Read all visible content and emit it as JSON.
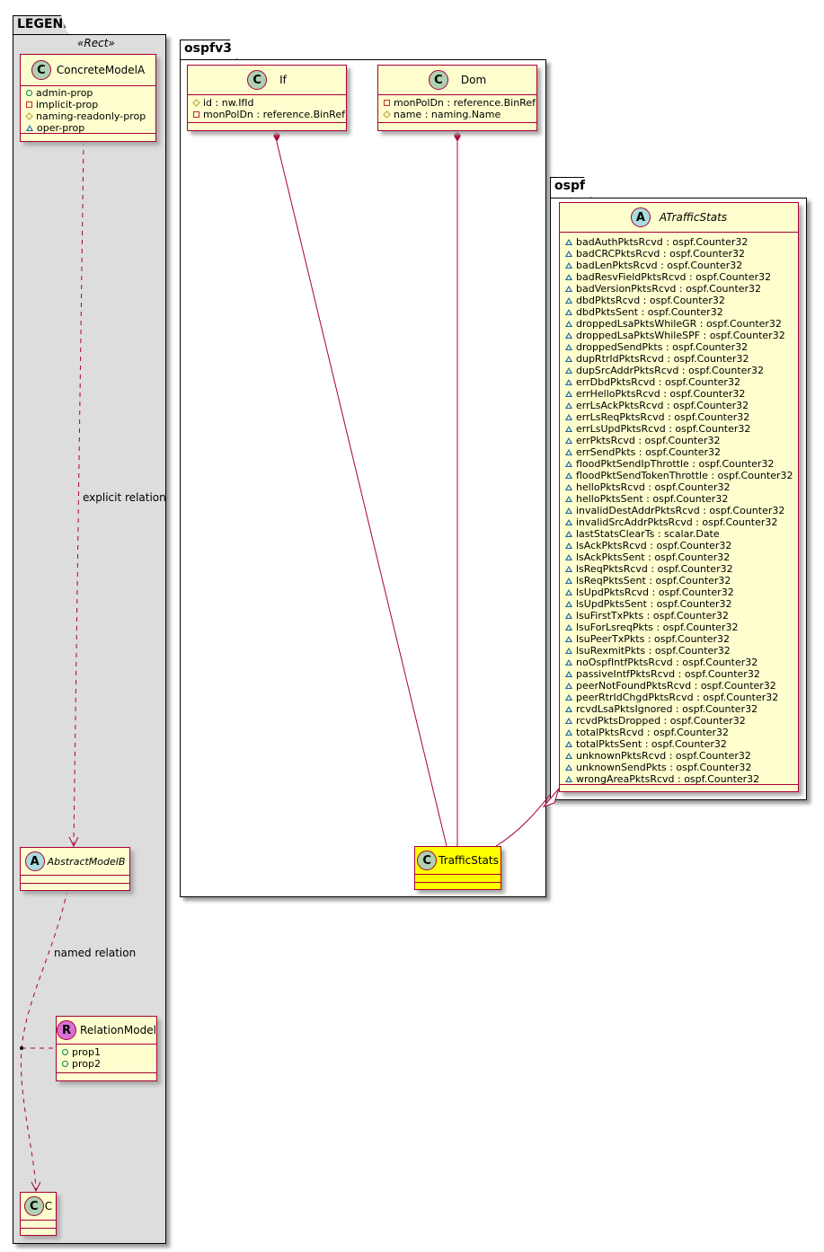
{
  "packages": {
    "legend": "LEGEND",
    "ospfv3": "ospfv3",
    "ospf": "ospf"
  },
  "legend": {
    "stereotype": "«Rect»",
    "concrete": {
      "spot": "C",
      "name": "ConcreteModelA",
      "attrs": [
        "admin-prop",
        "implicit-prop",
        "naming-readonly-prop",
        "oper-prop"
      ]
    },
    "abstract": {
      "spot": "A",
      "name": "AbstractModelB"
    },
    "relation": {
      "spot": "R",
      "name": "RelationModel",
      "attrs": [
        "prop1",
        "prop2"
      ]
    },
    "c": {
      "spot": "C",
      "name": "C"
    },
    "explicit_label": "explicit relation",
    "named_label": "named relation"
  },
  "ospfv3": {
    "if": {
      "spot": "C",
      "name": "If",
      "attrs": [
        "id : nw.IfId",
        "monPolDn : reference.BinRef"
      ]
    },
    "dom": {
      "spot": "C",
      "name": "Dom",
      "attrs": [
        "monPolDn : reference.BinRef",
        "name : naming.Name"
      ]
    },
    "traffic": {
      "spot": "C",
      "name": "TrafficStats"
    }
  },
  "ospf": {
    "atraffic": {
      "spot": "A",
      "name": "ATrafficStats",
      "attrs": [
        "badAuthPktsRcvd : ospf.Counter32",
        "badCRCPktsRcvd : ospf.Counter32",
        "badLenPktsRcvd : ospf.Counter32",
        "badResvFieldPktsRcvd : ospf.Counter32",
        "badVersionPktsRcvd : ospf.Counter32",
        "dbdPktsRcvd : ospf.Counter32",
        "dbdPktsSent : ospf.Counter32",
        "droppedLsaPktsWhileGR : ospf.Counter32",
        "droppedLsaPktsWhileSPF : ospf.Counter32",
        "droppedSendPkts : ospf.Counter32",
        "dupRtrIdPktsRcvd : ospf.Counter32",
        "dupSrcAddrPktsRcvd : ospf.Counter32",
        "errDbdPktsRcvd : ospf.Counter32",
        "errHelloPktsRcvd : ospf.Counter32",
        "errLsAckPktsRcvd : ospf.Counter32",
        "errLsReqPktsRcvd : ospf.Counter32",
        "errLsUpdPktsRcvd : ospf.Counter32",
        "errPktsRcvd : ospf.Counter32",
        "errSendPkts : ospf.Counter32",
        "floodPktSendIpThrottle : ospf.Counter32",
        "floodPktSendTokenThrottle : ospf.Counter32",
        "helloPktsRcvd : ospf.Counter32",
        "helloPktsSent : ospf.Counter32",
        "invalidDestAddrPktsRcvd : ospf.Counter32",
        "invalidSrcAddrPktsRcvd : ospf.Counter32",
        "lastStatsClearTs : scalar.Date",
        "lsAckPktsRcvd : ospf.Counter32",
        "lsAckPktsSent : ospf.Counter32",
        "lsReqPktsRcvd : ospf.Counter32",
        "lsReqPktsSent : ospf.Counter32",
        "lsUpdPktsRcvd : ospf.Counter32",
        "lsUpdPktsSent : ospf.Counter32",
        "lsuFirstTxPkts : ospf.Counter32",
        "lsuForLsreqPkts : ospf.Counter32",
        "lsuPeerTxPkts : ospf.Counter32",
        "lsuRexmitPkts : ospf.Counter32",
        "noOspfIntfPktsRcvd : ospf.Counter32",
        "passiveIntfPktsRcvd : ospf.Counter32",
        "peerNotFoundPktsRcvd : ospf.Counter32",
        "peerRtrIdChgdPktsRcvd : ospf.Counter32",
        "rcvdLsaPktsIgnored : ospf.Counter32",
        "rcvdPktsDropped : ospf.Counter32",
        "totalPktsRcvd : ospf.Counter32",
        "totalPktsSent : ospf.Counter32",
        "unknownPktsRcvd : ospf.Counter32",
        "unknownSendPkts : ospf.Counter32",
        "wrongAreaPktsRcvd : ospf.Counter32"
      ]
    }
  },
  "colors": {
    "line": "#A80036",
    "class_fill": "#FEFECE",
    "highlight": "#FFFF00",
    "legend_bg": "#DDDDDD"
  }
}
